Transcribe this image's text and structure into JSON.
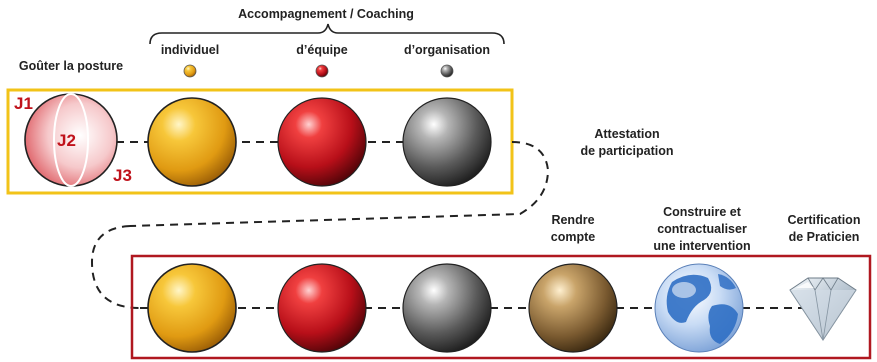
{
  "header": {
    "title": "Accompagnement / Coaching",
    "columns": [
      "individuel",
      "d’équipe",
      "d’organisation"
    ]
  },
  "left_label": "Goûter la posture",
  "j_labels": [
    "J1",
    "J2",
    "J3"
  ],
  "attestation": [
    "Attestation",
    "de participation"
  ],
  "steps": {
    "rendre": [
      "Rendre",
      "compte"
    ],
    "construire": [
      "Construire et",
      "contractualiser",
      "une intervention"
    ],
    "certification": [
      "Certification",
      "de Praticien"
    ]
  },
  "colors": {
    "top_frame": "#f2c318",
    "bottom_frame": "#b01820",
    "gold": "#e8a317",
    "red": "#c4121d",
    "grey": "#6f6f6f",
    "bronze": "#8b6a3e",
    "blue": "#3a78c9",
    "j_text": "#c0121b"
  },
  "icons": [
    "globe-icon",
    "diamond-icon"
  ]
}
